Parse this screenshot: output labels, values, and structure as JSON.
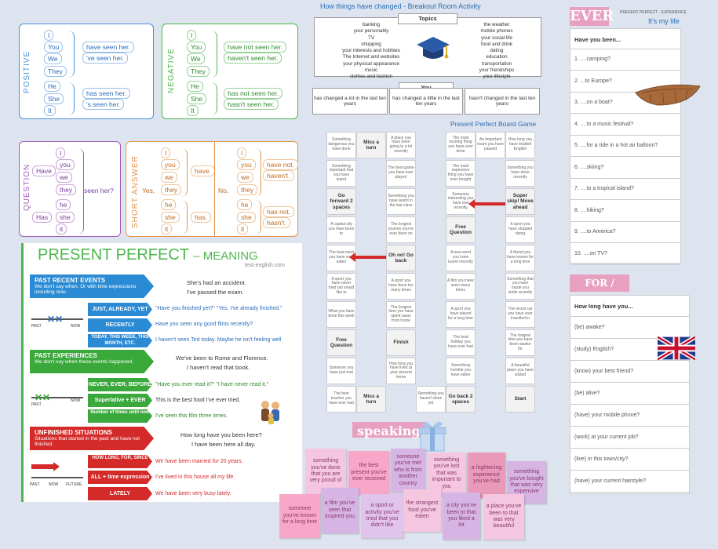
{
  "positive": {
    "label": "POSITIVE",
    "pronouns_top": [
      "I",
      "You",
      "We",
      "They"
    ],
    "pronouns_bottom": [
      "He",
      "She",
      "It"
    ],
    "top": [
      "have seen her.",
      "'ve seen her."
    ],
    "bottom": [
      "has seen her.",
      "'s seen her."
    ]
  },
  "negative": {
    "label": "NEGATIVE",
    "pronouns_top": [
      "I",
      "You",
      "We",
      "They"
    ],
    "pronouns_bottom": [
      "He",
      "She",
      "It"
    ],
    "top": [
      "have not seen her.",
      "haven't seen her."
    ],
    "bottom": [
      "has not seen her.",
      "hasn't seen her."
    ]
  },
  "question": {
    "label": "QUESTION",
    "have": "Have",
    "has": "Has",
    "pronouns_top": [
      "I",
      "you",
      "we",
      "they"
    ],
    "pronouns_bottom": [
      "he",
      "she",
      "it"
    ],
    "end": "seen her?"
  },
  "short_answer": {
    "label": "SHORT ANSWER",
    "yes": "Yes,",
    "no": "No,",
    "pronouns_top": [
      "I",
      "you",
      "we",
      "they"
    ],
    "pronouns_bottom": [
      "he",
      "she",
      "it"
    ],
    "yes_top": "have.",
    "yes_bottom": "has.",
    "no_top": [
      "have not.",
      "haven't."
    ],
    "no_bottom": [
      "has not.",
      "hasn't."
    ]
  },
  "meaning": {
    "title": "PRESENT PERFECT",
    "title_suffix": "– MEANING",
    "site": "test-english.com",
    "past_recent": {
      "heading": "PAST RECENT EVENTS",
      "sub": "We don't say when. Or with time expressions including now.",
      "ex1": "She's had an accident.",
      "ex2": "I've passed the exam.",
      "tags": [
        "JUST, ALREADY, YET",
        "RECENTLY",
        "TODAY, THIS WEEK, THIS MONTH, ETC."
      ],
      "tag_ex": [
        "\"Have you finished yet?\" \"Yes, I've already finished.\"",
        "Have you seen any good films recently?",
        "I haven't seen Ted today. Maybe he isn't feeling well"
      ],
      "timeline_past": "PAST",
      "timeline_now": "NOW"
    },
    "past_exp": {
      "heading": "PAST EXPERIENCES",
      "sub": "We don't say when these events happened.",
      "ex1": "We've been to Rome and Florence.",
      "ex2": "I haven't read that book.",
      "tags": [
        "NEVER, EVER, BEFORE",
        "Superlative + EVER",
        "Number of times until now"
      ],
      "tag_ex": [
        "\"Have you ever read it?\" \"I have never read it.\"",
        "This is the best food I've ever tried.",
        "I've seen this film three times."
      ],
      "timeline_past": "PAST",
      "timeline_now": "NOW"
    },
    "unfinished": {
      "heading": "UNFINISHED SITUATIONS",
      "sub": "Situations that started in the past and have not finished.",
      "ex1": "How long have you been here?",
      "ex2": "I have been here all day.",
      "tags": [
        "HOW LONG, FOR, SINCE",
        "ALL + time expression",
        "LATELY"
      ],
      "tag_ex": [
        "We have been married for 20 years.",
        "I've lived in this house all my life.",
        "We have been very busy lately."
      ],
      "timeline": [
        "PAST",
        "NOW",
        "FUTURE"
      ]
    }
  },
  "breakout": {
    "title": "How things have changed - Breakout Room Activity",
    "topics_label": "Topics",
    "topics_left": [
      "banking",
      "your personality",
      "TV",
      "shopping",
      "your interests and hobbies",
      "The Internet and websites",
      "your physical appearance",
      "music",
      "clothes and fashion"
    ],
    "topics_right": [
      "the weather",
      "mobile phones",
      "your social life",
      "food and drink",
      "dating",
      "education",
      "transportation",
      "your friendships",
      "your lifestyle"
    ],
    "you_label": "You",
    "options": [
      "has changed a lot in the last ten years",
      "has changed a little in the last ten years",
      "hasn't changed in the last ten years"
    ]
  },
  "board": {
    "title": "Present Perfect Board Game",
    "col1": [
      "Something dangerous you have done",
      "Something important that you have learnt",
      "Go forward 2 spaces",
      "A capital city you have been to",
      "The best meal you have ever eaten",
      "A sport you have never tried but would like to",
      "What you have done this week",
      "Free Question",
      "Someone you have just met",
      "The best teacher you have ever had"
    ],
    "col2": [
      "Miss a turn",
      "Miss a turn"
    ],
    "col3": [
      "A place you have been going to a lot recently",
      "The best game you have ever played",
      "Something you have learnt in the last class",
      "The longest journey you've ever been on",
      "Oh no! Go back",
      "A sport you have done too many times",
      "The longest time you have spent away from home",
      "Finish",
      "How long you have lived at your present home"
    ],
    "col4": [
      "Something you haven't done yet"
    ],
    "col5": [
      "The most exciting thing you have ever done",
      "The most expensive thing you have ever bought",
      "Someone interesting you have met recently",
      "Free Question",
      "A new word you have learnt recently",
      "A film you have seen many times",
      "A sport you have played for a long time",
      "The best holiday you have ever had",
      "Something horrible you have eaten",
      "Go back 2 spaces"
    ],
    "col6": [
      "An important exam you have passed"
    ],
    "col7": [
      "How long you have studied English",
      "Something you have done recently",
      "Super skip! Move ahead",
      "A sport you have stopped doing",
      "A friend you have known for a long time",
      "Something that you have made you smile recently",
      "The nicest car you have ever travelled in",
      "The longest time you have been awake for",
      "A beautiful place you have visited",
      "Start"
    ]
  },
  "speaking": {
    "title": "speaking",
    "notes": [
      "something you've done that you are very proud of",
      "the best present you've ever received",
      "someone you've met who is from another country",
      "something you've lost that was important to you",
      "a frightening experience you've had",
      "something you've bought that was very expensive",
      "someone you've known for a long time",
      "a film you've seen that inspired you",
      "a sport or activity you've tried that you didn't like",
      "the strangest food you've eaten",
      "a city you've been to that you liked a lot",
      "a place you've been to that was very beautiful"
    ]
  },
  "ever": {
    "title": "EVER",
    "subtitle": "PRESENT PERFECT - EXPERIENCE",
    "tagline": "It's my life",
    "header": "Have you been...",
    "items": [
      "1. ....camping?",
      "2. ...to Europe?",
      "3. ....on a boat?",
      "4. ....to a music festival?",
      "5. ....for a ride in a hot air balloon?",
      "6. ....skiing?",
      "7. ....to a tropical island?",
      "8. ....hiking?",
      "9. ....to America?",
      "10. ....on TV?"
    ]
  },
  "forsince": {
    "title": "FOR / SINCE",
    "header": "How long have you...",
    "items": [
      "(be) awake?",
      "(study) English?",
      "(know) your best friend?",
      "(be) alive?",
      "(have) your mobile phone?",
      "(work) at your current job?",
      "(live) in this town/city?",
      "(have) your current hairstyle?"
    ]
  }
}
